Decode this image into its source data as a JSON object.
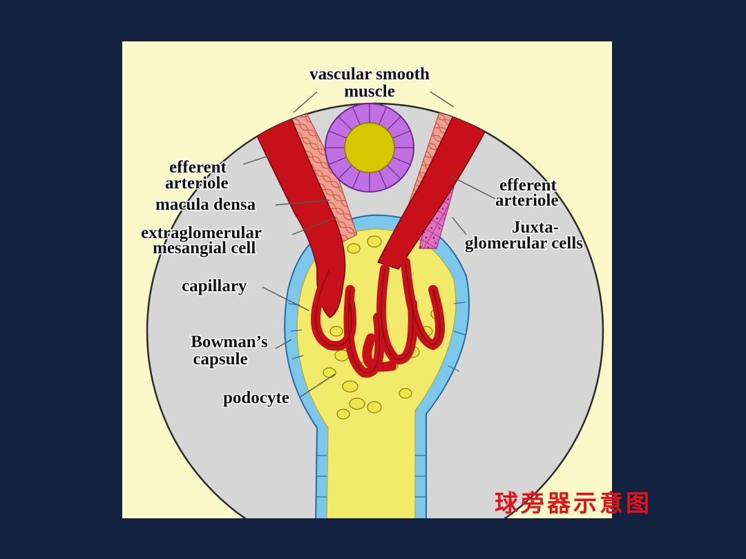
{
  "diagram": {
    "labels": {
      "vascular_smooth_muscle_1": "vascular smooth",
      "vascular_smooth_muscle_2": "muscle",
      "efferent_arteriole_left_1": "efferent",
      "efferent_arteriole_left_2": "arteriole",
      "macula_densa": "macula densa",
      "extraglomerular_1": "extraglomerular",
      "extraglomerular_2": "mesangial cell",
      "capillary": "capillary",
      "bowmans_1": "Bowman’s",
      "bowmans_2": "capsule",
      "podocyte": "podocyte",
      "efferent_arteriole_right_1": "efferent",
      "efferent_arteriole_right_2": "arteriole",
      "juxta_1": "Juxta-",
      "juxta_2": "glomerular cells"
    }
  },
  "caption": "球旁器示意图",
  "colors": {
    "background": "#13233f",
    "panel": "#fbf8c9",
    "vessel": "#c8101a",
    "smooth_muscle": "#f0a090",
    "capsule": "#7cc8ec",
    "podocyte": "#efe64a",
    "macula_densa": "#c070e0",
    "juxtaglomerular": "#e070c0",
    "caption": "#e0131a"
  }
}
